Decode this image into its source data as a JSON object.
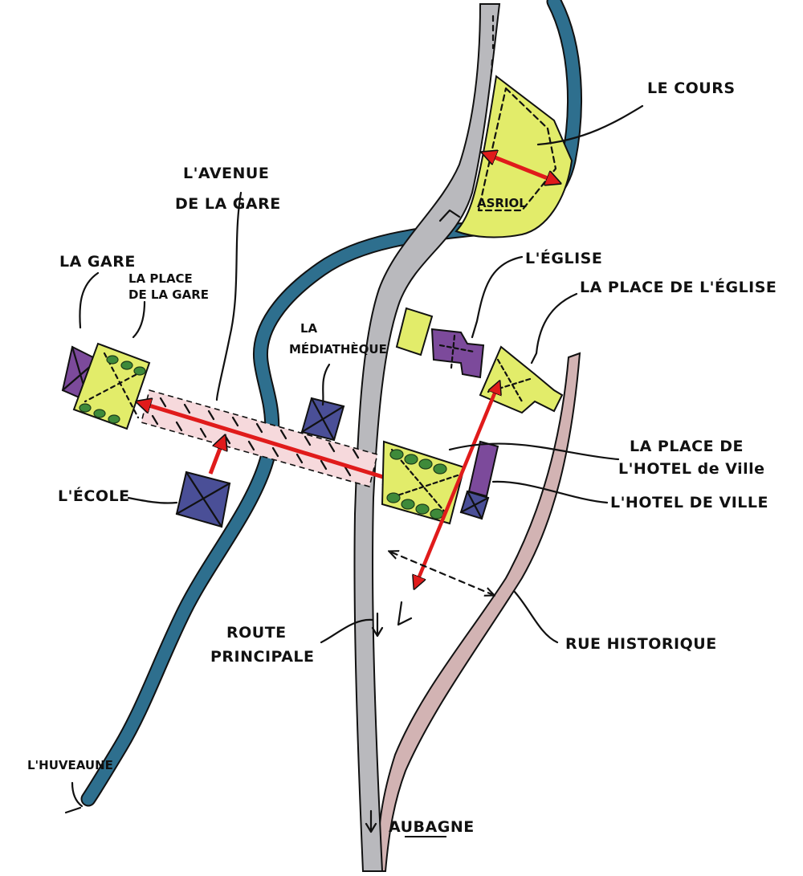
{
  "labels": {
    "le_cours": "LE COURS",
    "asrio": "ASRIOL",
    "avenue_line1": "L'AVENUE",
    "avenue_line2": "DE LA GARE",
    "la_gare": "LA GARE",
    "place_gare_line1": "LA PLACE",
    "place_gare_line2": "DE LA GARE",
    "eglise": "L'ÉGLISE",
    "place_eglise": "LA PLACE DE L'ÉGLISE",
    "mediatheque_line1": "LA",
    "mediatheque_line2": "MÉDIATHÈQUE",
    "ecole": "L'ÉCOLE",
    "place_hotel_line1": "LA PLACE DE",
    "place_hotel_line2": "L'HOTEL de Ville",
    "hotel_de_ville": "L'HOTEL DE VILLE",
    "route_line1": "ROUTE",
    "route_line2": "PRINCIPALE",
    "rue_historique": "RUE HISTORIQUE",
    "huveaune": "L'HUVEAUNE",
    "aubagne": "AUBAGNE"
  },
  "colors": {
    "river": "#2e6f8e",
    "road": "#b9b9bd",
    "historic_street": "#d2b3b3",
    "public_space": "#e2ec6a",
    "building_civic": "#7c4a9b",
    "building_blue": "#4a4f97",
    "avenue_band": "#f6d9dc",
    "link_arrow": "#e01b1b"
  }
}
